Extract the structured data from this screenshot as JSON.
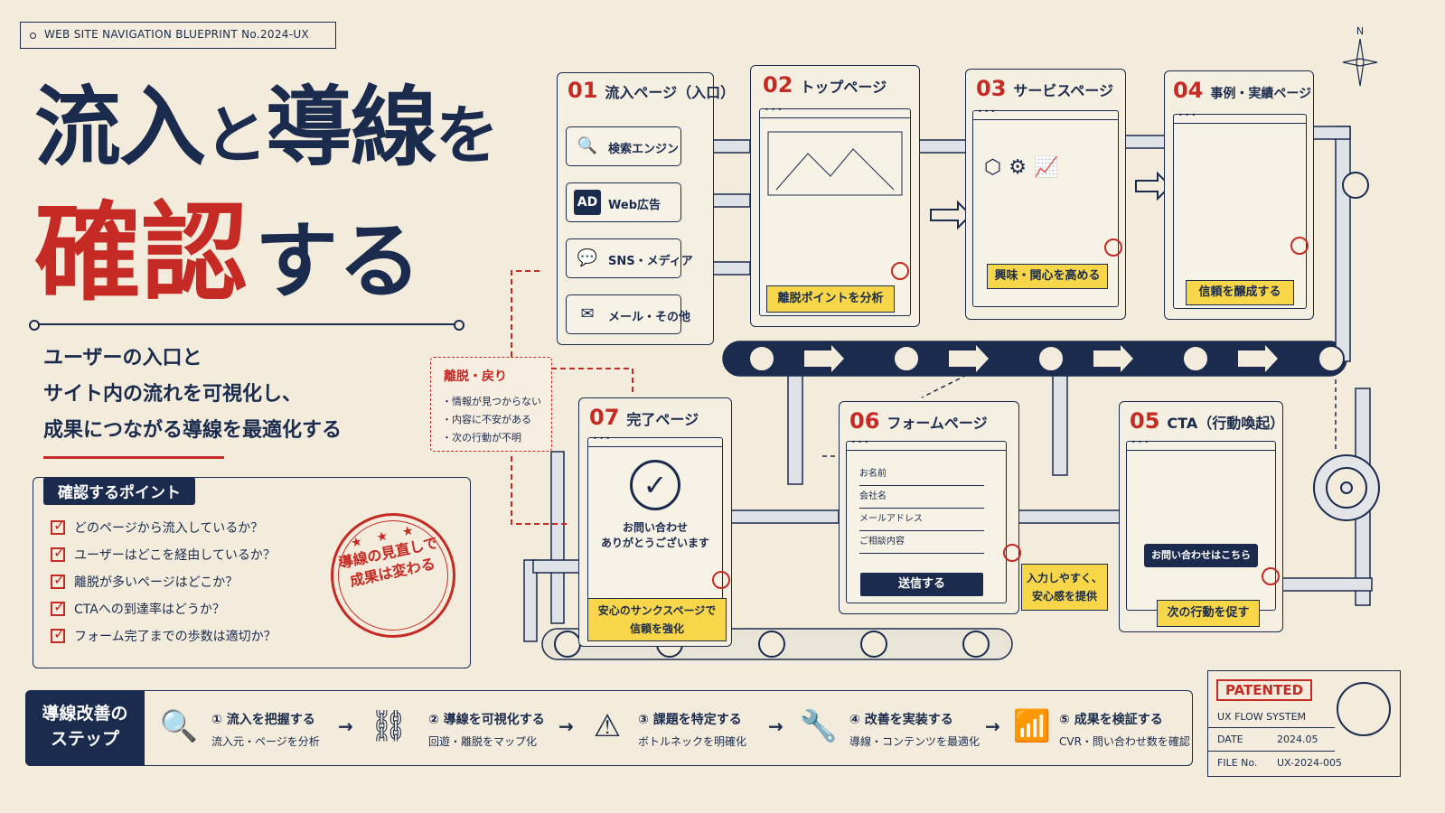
{
  "header": {
    "tag": "WEB SITE NAVIGATION BLUEPRINT  No.2024-UX"
  },
  "title": {
    "line1_a": "流入",
    "line1_b": "と",
    "line1_c": "導線",
    "line1_d": "を",
    "line2_a": "確認",
    "line2_b": "する"
  },
  "subtitle": [
    "ユーザーの入口と",
    "サイト内の流れを可視化し、",
    "成果につながる導線を最適化する"
  ],
  "check": {
    "title": "確認するポイント",
    "items": [
      "どのページから流入しているか？",
      "ユーザーはどこを経由しているか？",
      "離脱が多いページはどこか？",
      "CTAへの到達率はどうか？",
      "フォーム完了までの歩数は適切か？"
    ]
  },
  "stamp": {
    "stars": "★ ★ ★",
    "line1": "導線の見直しで",
    "line2": "成果は変わる"
  },
  "compass": {
    "n": "N"
  },
  "pages": {
    "p01": {
      "num": "01",
      "title": "流入ページ（入口）",
      "sources": [
        {
          "icon": "🔍",
          "label": "検索エンジン"
        },
        {
          "icon": "AD",
          "label": "Web広告"
        },
        {
          "icon": "💬",
          "label": "SNS・メディア"
        },
        {
          "icon": "✉",
          "label": "メール・その他"
        }
      ]
    },
    "p02": {
      "num": "02",
      "title": "トップページ",
      "note": "離脱ポイントを分析"
    },
    "p03": {
      "num": "03",
      "title": "サービスページ",
      "note": "興味・関心を高める"
    },
    "p04": {
      "num": "04",
      "title": "事例・実績ページ",
      "note": "信頼を醸成する"
    },
    "p05": {
      "num": "05",
      "title": "CTA（行動喚起）",
      "button": "お問い合わせはこちら",
      "note": "次の行動を促す"
    },
    "p06": {
      "num": "06",
      "title": "フォームページ",
      "fields": [
        "お名前",
        "会社名",
        "メールアドレス",
        "ご相談内容"
      ],
      "submit": "送信する",
      "note_line1": "入力しやすく、",
      "note_line2": "安心感を提供"
    },
    "p07": {
      "num": "07",
      "title": "完了ページ",
      "msg_line1": "お問い合わせ",
      "msg_line2": "ありがとうございます",
      "note_line1": "安心のサンクスページで",
      "note_line2": "信頼を強化"
    }
  },
  "dropout": {
    "title": "離脱・戻り",
    "items": [
      "・情報が見つからない",
      "・内容に不安がある",
      "・次の行動が不明"
    ]
  },
  "steps": {
    "title_line1": "導線改善の",
    "title_line2": "ステップ",
    "items": [
      {
        "title": "① 流入を把握する",
        "desc": "流入元・ページを分析"
      },
      {
        "title": "② 導線を可視化する",
        "desc": "回遊・離脱をマップ化"
      },
      {
        "title": "③ 課題を特定する",
        "desc": "ボトルネックを明確化"
      },
      {
        "title": "④ 改善を実装する",
        "desc": "導線・コンテンツを最適化"
      },
      {
        "title": "⑤ 成果を検証する",
        "desc": "CVR・問い合わせ数を確認"
      }
    ]
  },
  "patent": {
    "badge": "PATENTED",
    "system": "UX FLOW SYSTEM",
    "date_label": "DATE",
    "date": "2024.05",
    "file_label": "FILE No.",
    "file": "UX-2024-005"
  },
  "colors": {
    "navy": "#1a2b4d",
    "red": "#c62a24",
    "yellow": "#f7d64a",
    "paper": "#f3ecdc"
  }
}
